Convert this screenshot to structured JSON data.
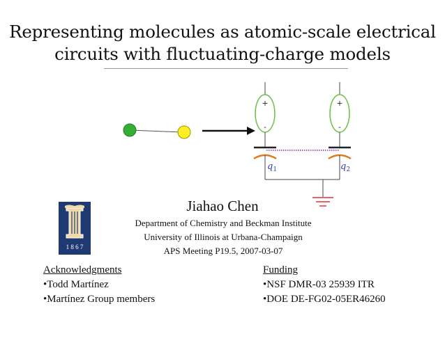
{
  "title_line1": "Representing molecules as atomic-scale electrical",
  "title_line2": "circuits with fluctuating-charge models",
  "diagram": {
    "plus_label": "+",
    "minus_label": "-",
    "q1_base": "q",
    "q1_sub": "1",
    "q2_base": "q",
    "q2_sub": "2",
    "colors": {
      "atom_green": "#33b033",
      "atom_yellow": "#ffee22",
      "source_green": "#6dbf45",
      "capacitor_orange": "#e07b1a",
      "dotted_purple": "#8a2ab8",
      "label_blue": "#2d3ea8",
      "ground_red": "#e23030"
    }
  },
  "logo": {
    "year": "1 8 6 7",
    "color": "#1f3a73"
  },
  "author": "Jiahao Chen",
  "affiliations": [
    "Department of Chemistry and Beckman Institute",
    "University of Illinois at Urbana-Champaign",
    "APS Meeting P19.5, 2007-03-07"
  ],
  "acknowledgments": {
    "heading": "Acknowledgments",
    "items": [
      "Todd Martínez",
      "Martínez Group members"
    ]
  },
  "funding": {
    "heading": "Funding",
    "items": [
      "NSF DMR-03 25939 ITR",
      "DOE DE-FG02-05ER46260"
    ]
  }
}
